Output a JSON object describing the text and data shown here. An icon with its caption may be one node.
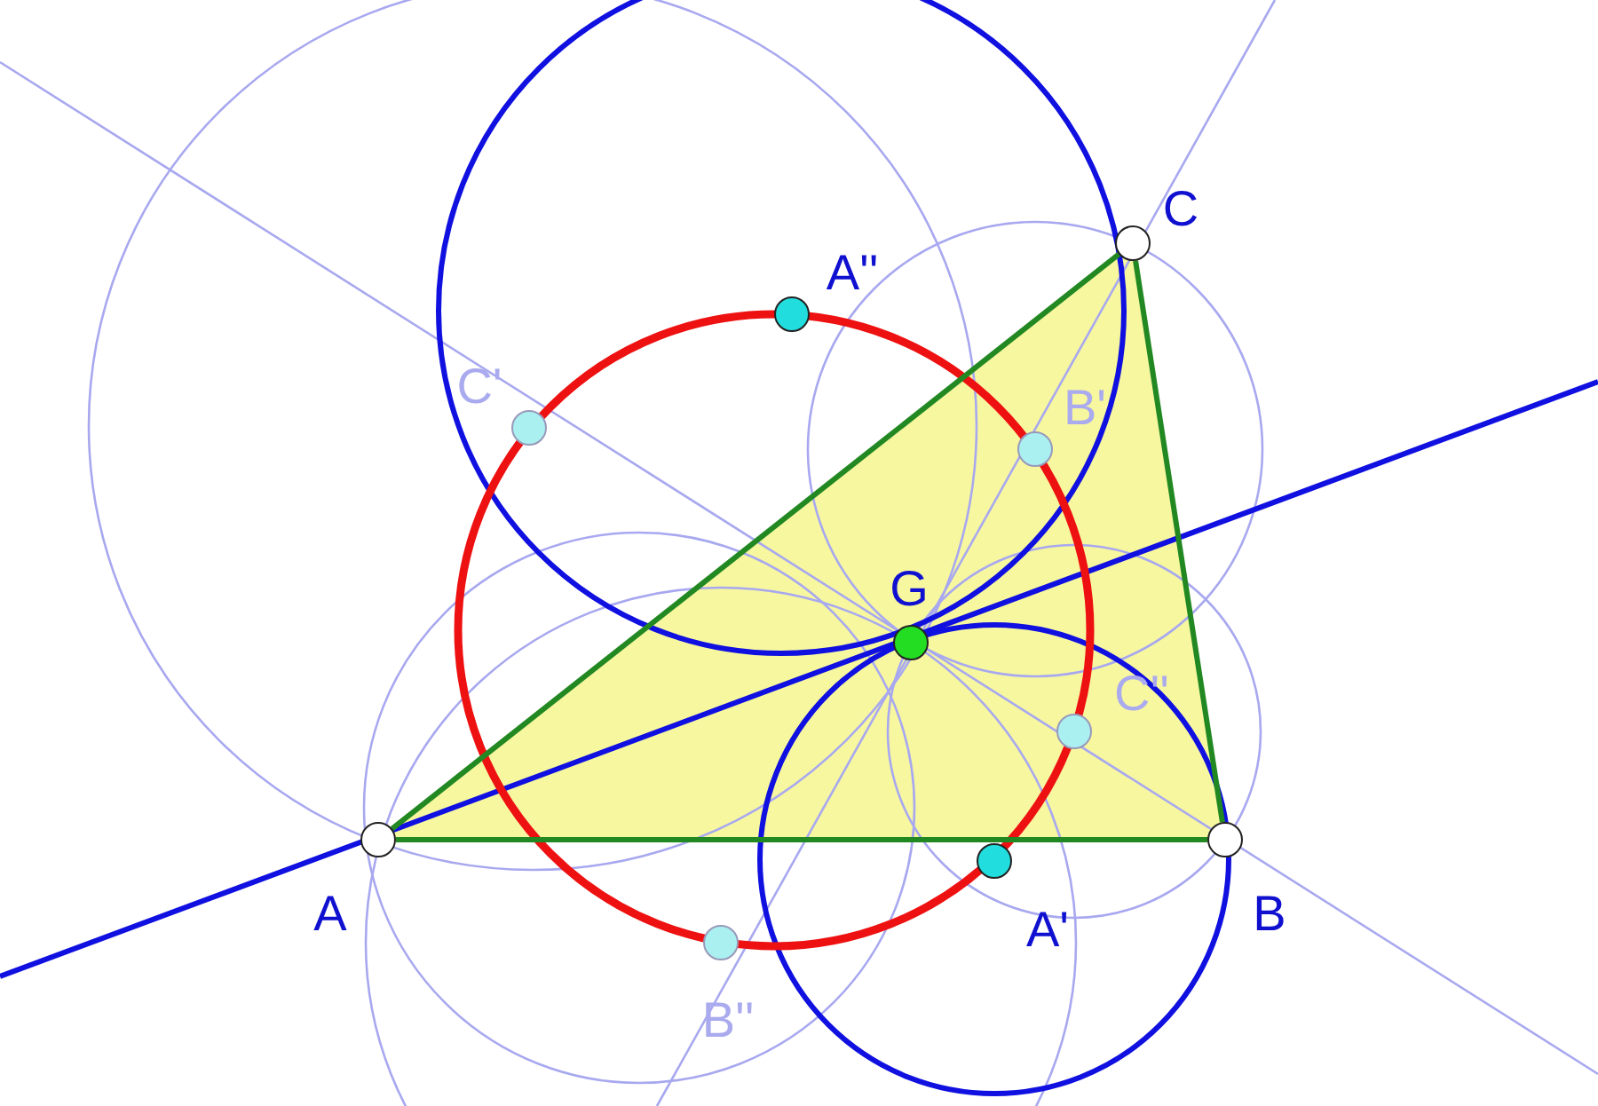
{
  "diagram": {
    "nodes": [
      {
        "text": [],
        "shape": "circle",
        "beside": [
          "C"
        ]
      },
      {
        "text": [],
        "shape": "circle",
        "beside": [
          "A''"
        ]
      },
      {
        "text": [],
        "shape": "circle",
        "beside": [
          "C'"
        ]
      },
      {
        "text": [],
        "shape": "circle",
        "beside": [
          "B'"
        ]
      },
      {
        "text": [],
        "shape": "circle",
        "beside": [
          "G"
        ]
      },
      {
        "text": [],
        "shape": "circle",
        "beside": [
          "C''"
        ]
      },
      {
        "text": [],
        "shape": "circle",
        "beside": [
          "A"
        ]
      },
      {
        "text": [],
        "shape": "circle",
        "beside": [
          "A'"
        ]
      },
      {
        "text": [],
        "shape": "circle",
        "beside": [
          "B"
        ]
      },
      {
        "text": [],
        "shape": "circle",
        "beside": [
          "B''"
        ]
      }
    ],
    "edges": [
      {
        "from": 0,
        "to": 6,
        "arrow": "none"
      },
      {
        "from": 6,
        "to": 8,
        "arrow": "none"
      },
      {
        "from": 8,
        "to": 0,
        "arrow": "none"
      }
    ]
  }
}
